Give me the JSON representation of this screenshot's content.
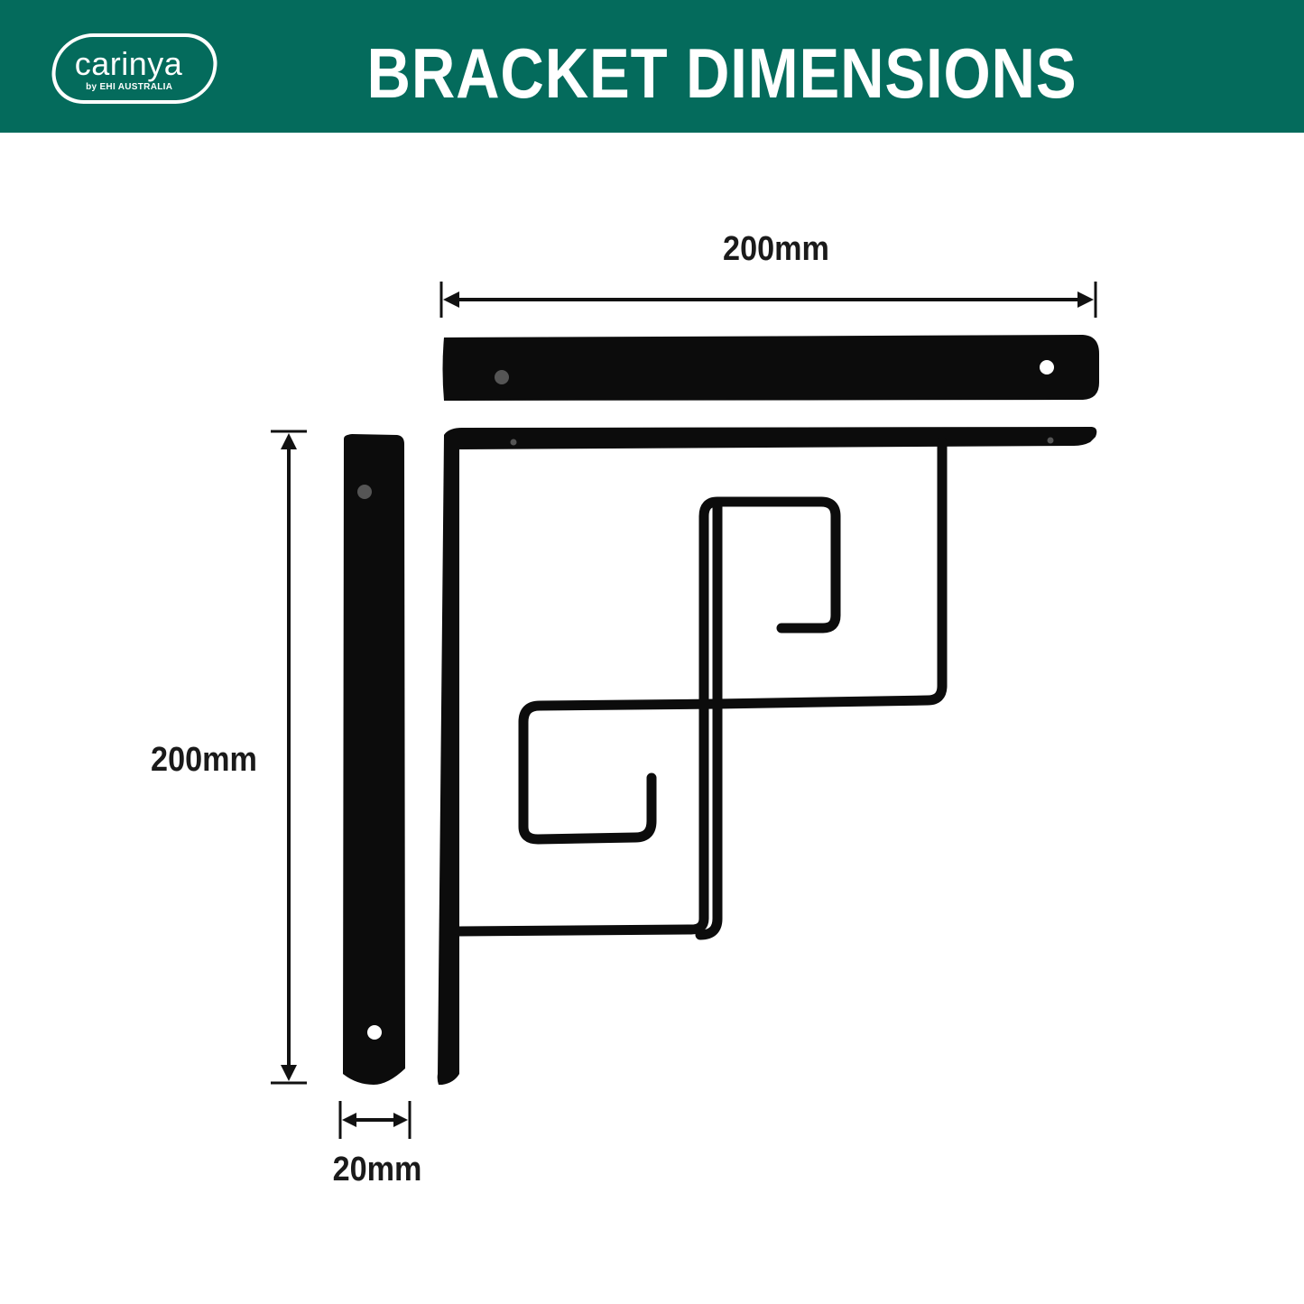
{
  "brand": {
    "name": "carinya",
    "tagline": "by EHI AUSTRALIA"
  },
  "header": {
    "title": "BRACKET DIMENSIONS",
    "background_color": "#046b5c"
  },
  "dimensions": {
    "top_length": "200mm",
    "side_height": "200mm",
    "bar_width": "20mm"
  },
  "product_color": "#0c0c0c"
}
